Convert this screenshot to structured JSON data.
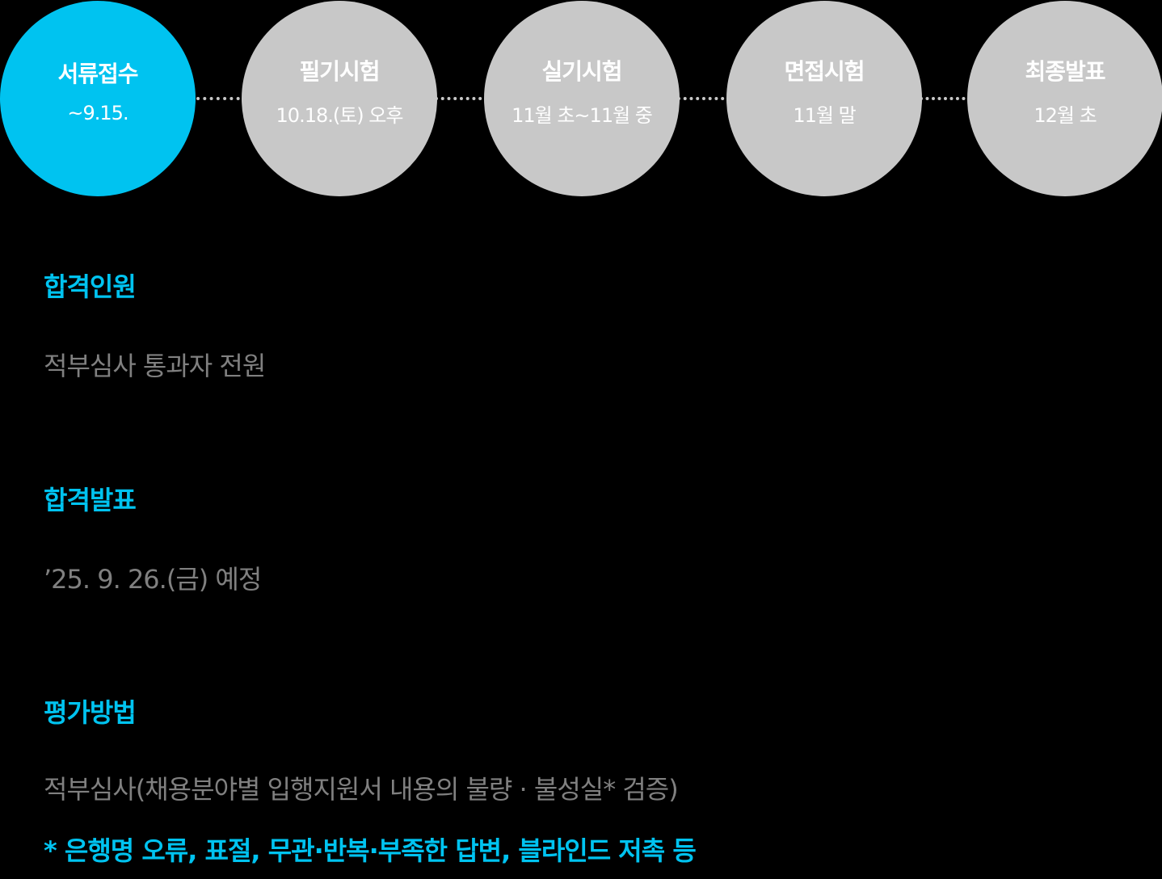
{
  "timeline": {
    "steps": [
      {
        "title": "서류접수",
        "date": "~9.15.",
        "active": true
      },
      {
        "title": "필기시험",
        "date": "10.18.(토) 오후",
        "active": false
      },
      {
        "title": "실기시험",
        "date": "11월 초~11월 중",
        "active": false
      },
      {
        "title": "면접시험",
        "date": "11월 말",
        "active": false
      },
      {
        "title": "최종발표",
        "date": "12월 초",
        "active": false
      }
    ]
  },
  "sections": {
    "passers": {
      "heading": "합격인원",
      "body": "적부심사 통과자 전원"
    },
    "announcement": {
      "heading": "합격발표",
      "body": "’25. 9. 26.(금) 예정"
    },
    "evaluation": {
      "heading": "평가방법",
      "body": "적부심사(채용분야별 입행지원서 내용의 불량 · 불성실* 검증)",
      "note": "* 은행명 오류, 표절, 무관·반복·부족한 답변, 블라인드 저촉 등"
    }
  },
  "colors": {
    "accent": "#00c3f0",
    "inactive": "#c8c8c8",
    "body_text": "#808080",
    "background": "#000000"
  }
}
